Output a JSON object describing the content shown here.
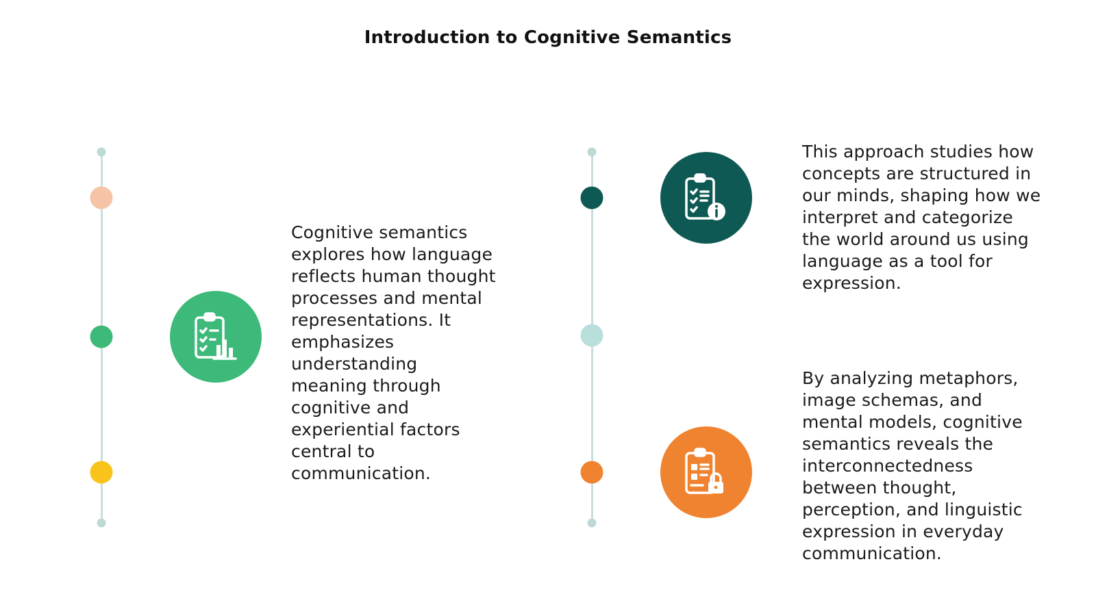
{
  "title": "Introduction to Cognitive Semantics",
  "colors": {
    "line": "#c9dedc",
    "end_dot": "#bcd9d6",
    "peach": "#f5c4a6",
    "green": "#3dba7a",
    "yellow": "#f8c41c",
    "dark_teal": "#0e5953",
    "light_teal": "#b9dfdc",
    "orange": "#f0832f"
  },
  "blocks": [
    {
      "icon": "clipboard-chart-icon",
      "text": "Cognitive semantics\nexplores how language\nreflects human thought\nprocesses and mental\nrepresentations. It\nemphasizes\nunderstanding\nmeaning through\ncognitive and\nexperiential factors\ncentral to\ncommunication."
    },
    {
      "icon": "clipboard-info-icon",
      "text": "This approach studies how\nconcepts are structured in\nour minds, shaping how we\ninterpret and categorize\nthe world around us using\nlanguage as a tool for\nexpression."
    },
    {
      "icon": "clipboard-lock-icon",
      "text": "By analyzing metaphors,\nimage schemas, and\nmental models, cognitive\nsemantics reveals the\ninterconnectedness\nbetween thought,\nperception, and linguistic\nexpression in everyday\ncommunication."
    }
  ]
}
